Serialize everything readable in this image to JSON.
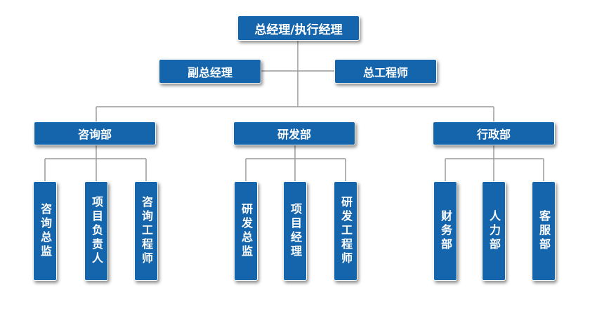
{
  "org": {
    "ceo": "总经理/执行经理",
    "deputy": "副总经理",
    "chief_engineer": "总工程师",
    "departments": [
      {
        "name": "咨询部",
        "units": [
          "咨询总监",
          "项目负责人",
          "咨询工程师"
        ]
      },
      {
        "name": "研发部",
        "units": [
          "研发总监",
          "项目经理",
          "研发工程师"
        ]
      },
      {
        "name": "行政部",
        "units": [
          "财务部",
          "人力部",
          "客服部"
        ]
      }
    ]
  },
  "colors": {
    "box_fill": "#1565ad",
    "box_text": "#ffffff",
    "connector": "#9a9a9a"
  }
}
